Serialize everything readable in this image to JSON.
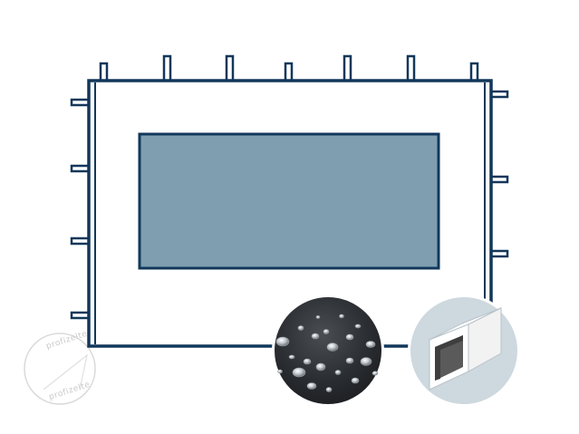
{
  "product": {
    "illustration": "side-wall-with-window",
    "colors": {
      "frame_outline": "#12375a",
      "wall_fill": "#ffffff",
      "window_fill": "#7f9fb0",
      "fabric_dark": "#2c2f33",
      "pole_badge_bg": "#cdd8df",
      "pole_face": "#ffffff",
      "pole_inner": "#5a5a5a",
      "watermark": "#d0d0d0"
    },
    "icons": {
      "waterproof": "water-droplets-icon",
      "pole_profile": "square-tube-icon"
    },
    "watermark_logo": {
      "top_text": "profizelte",
      "bottom_text": "profizelte"
    }
  }
}
